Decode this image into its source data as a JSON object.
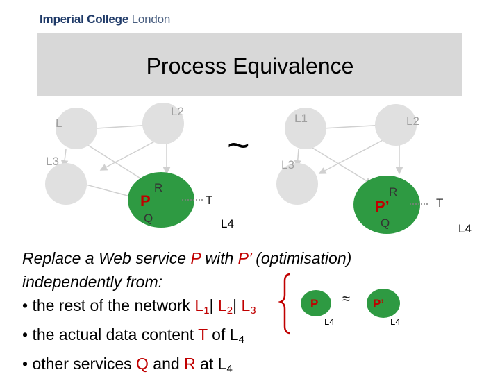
{
  "header": {
    "logo_bold": "Imperial College",
    "logo_light": "London"
  },
  "title": "Process Equivalence",
  "diagram": {
    "left_network": {
      "l1": "L",
      "l2": "L2",
      "l3": "L3",
      "p": "P",
      "r": "R",
      "q": "Q",
      "t": "T",
      "l4": "L4"
    },
    "equiv_symbol": "~",
    "right_network": {
      "l1": "L1",
      "l2": "L2",
      "l3": "L3",
      "p": "P’",
      "r": "R",
      "q": "Q",
      "t": "T",
      "l4": "L4"
    }
  },
  "inset": {
    "p": "P",
    "approx": "≈",
    "p_prime": "P’",
    "l4_a": "L4",
    "l4_b": "L4"
  },
  "text": {
    "line1_a": "Replace a Web service ",
    "line1_p": "P",
    "line1_b": " with ",
    "line1_pp": "P’",
    "line1_c": " (optimisation)",
    "line2": "independently from:",
    "b1_a": "• the rest of the network ",
    "b1_l1": "L",
    "b1_s1": "1",
    "b1_sep1": "| ",
    "b1_l2": "L",
    "b1_s2": "2",
    "b1_sep2": "| ",
    "b1_l3": "L",
    "b1_s3": "3",
    "b2_a": "• the actual data content ",
    "b2_t": "T",
    "b2_b": " of ",
    "b2_l": "L",
    "b2_s": "4",
    "b3_a": "• other services ",
    "b3_q": "Q",
    "b3_b": " and ",
    "b3_r": "R",
    "b3_c": " at ",
    "b3_l": "L",
    "b3_s": "4"
  },
  "colors": {
    "green": "#2e9a42",
    "red": "#c00000",
    "grey_node": "#e0e0e0",
    "label_grey": "#a0a0a0",
    "navy": "#1f3a68"
  }
}
